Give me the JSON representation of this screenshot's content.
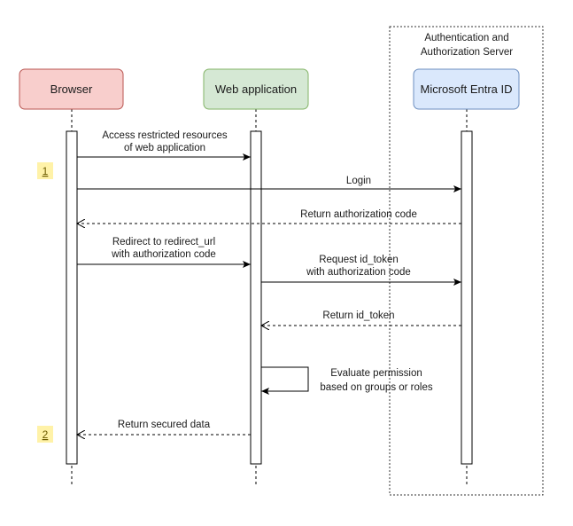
{
  "boundary": {
    "title_line1": "Authentication and",
    "title_line2": "Authorization Server"
  },
  "actors": {
    "browser": {
      "label": "Browser",
      "fill": "#f8cecc",
      "stroke": "#b85450"
    },
    "webapp": {
      "label": "Web application",
      "fill": "#d5e8d4",
      "stroke": "#82b366"
    },
    "idp": {
      "label": "Microsoft Entra ID",
      "fill": "#dae8fc",
      "stroke": "#6c8ebf"
    }
  },
  "messages": {
    "access_line1": "Access restricted resources",
    "access_line2": "of web application",
    "login": "Login",
    "return_code": "Return authorization code",
    "redirect_line1": "Redirect to redirect_url",
    "redirect_line2": "with authorization code",
    "request_line1": "Request id_token",
    "request_line2": "with authorization code",
    "return_token": "Return id_token",
    "evaluate_line1": "Evaluate permission",
    "evaluate_line2": "based on groups or roles",
    "return_data": "Return secured data"
  },
  "steps": {
    "first": "1",
    "second": "2",
    "badge_color": "#fff2a8"
  }
}
